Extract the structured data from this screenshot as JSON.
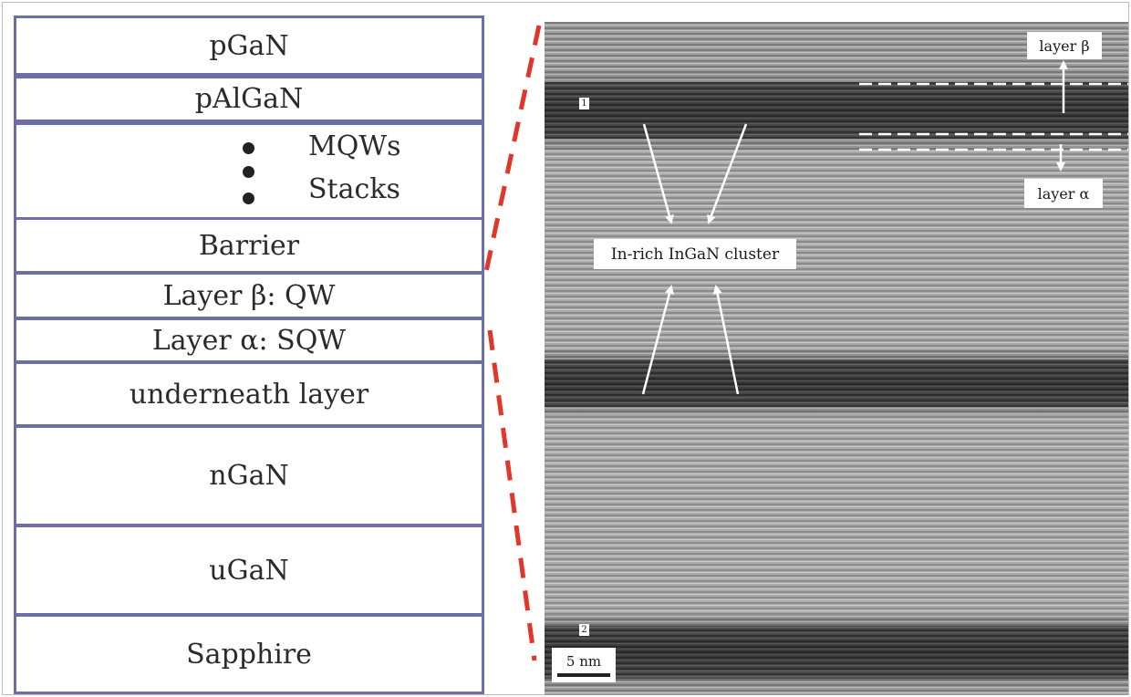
{
  "stack": {
    "layers": [
      "pGaN",
      "pAlGaN",
      "",
      "Barrier",
      "Layer β: QW",
      "Layer α: SQW",
      "underneath layer",
      "nGaN",
      "uGaN",
      "Sapphire"
    ],
    "mqw_label_1": "MQWs",
    "mqw_label_2": "Stacks"
  },
  "tem": {
    "cluster_label": "In-rich InGaN cluster",
    "layer_beta_label": "layer β",
    "layer_alpha_label": "layer α",
    "scale_bar_label": "5 nm",
    "marker_1": "1",
    "marker_2": "2"
  },
  "colors": {
    "layer_border": "#6b6fa6",
    "dashed_connector": "#e2362b",
    "annotation": "#ffffff"
  }
}
